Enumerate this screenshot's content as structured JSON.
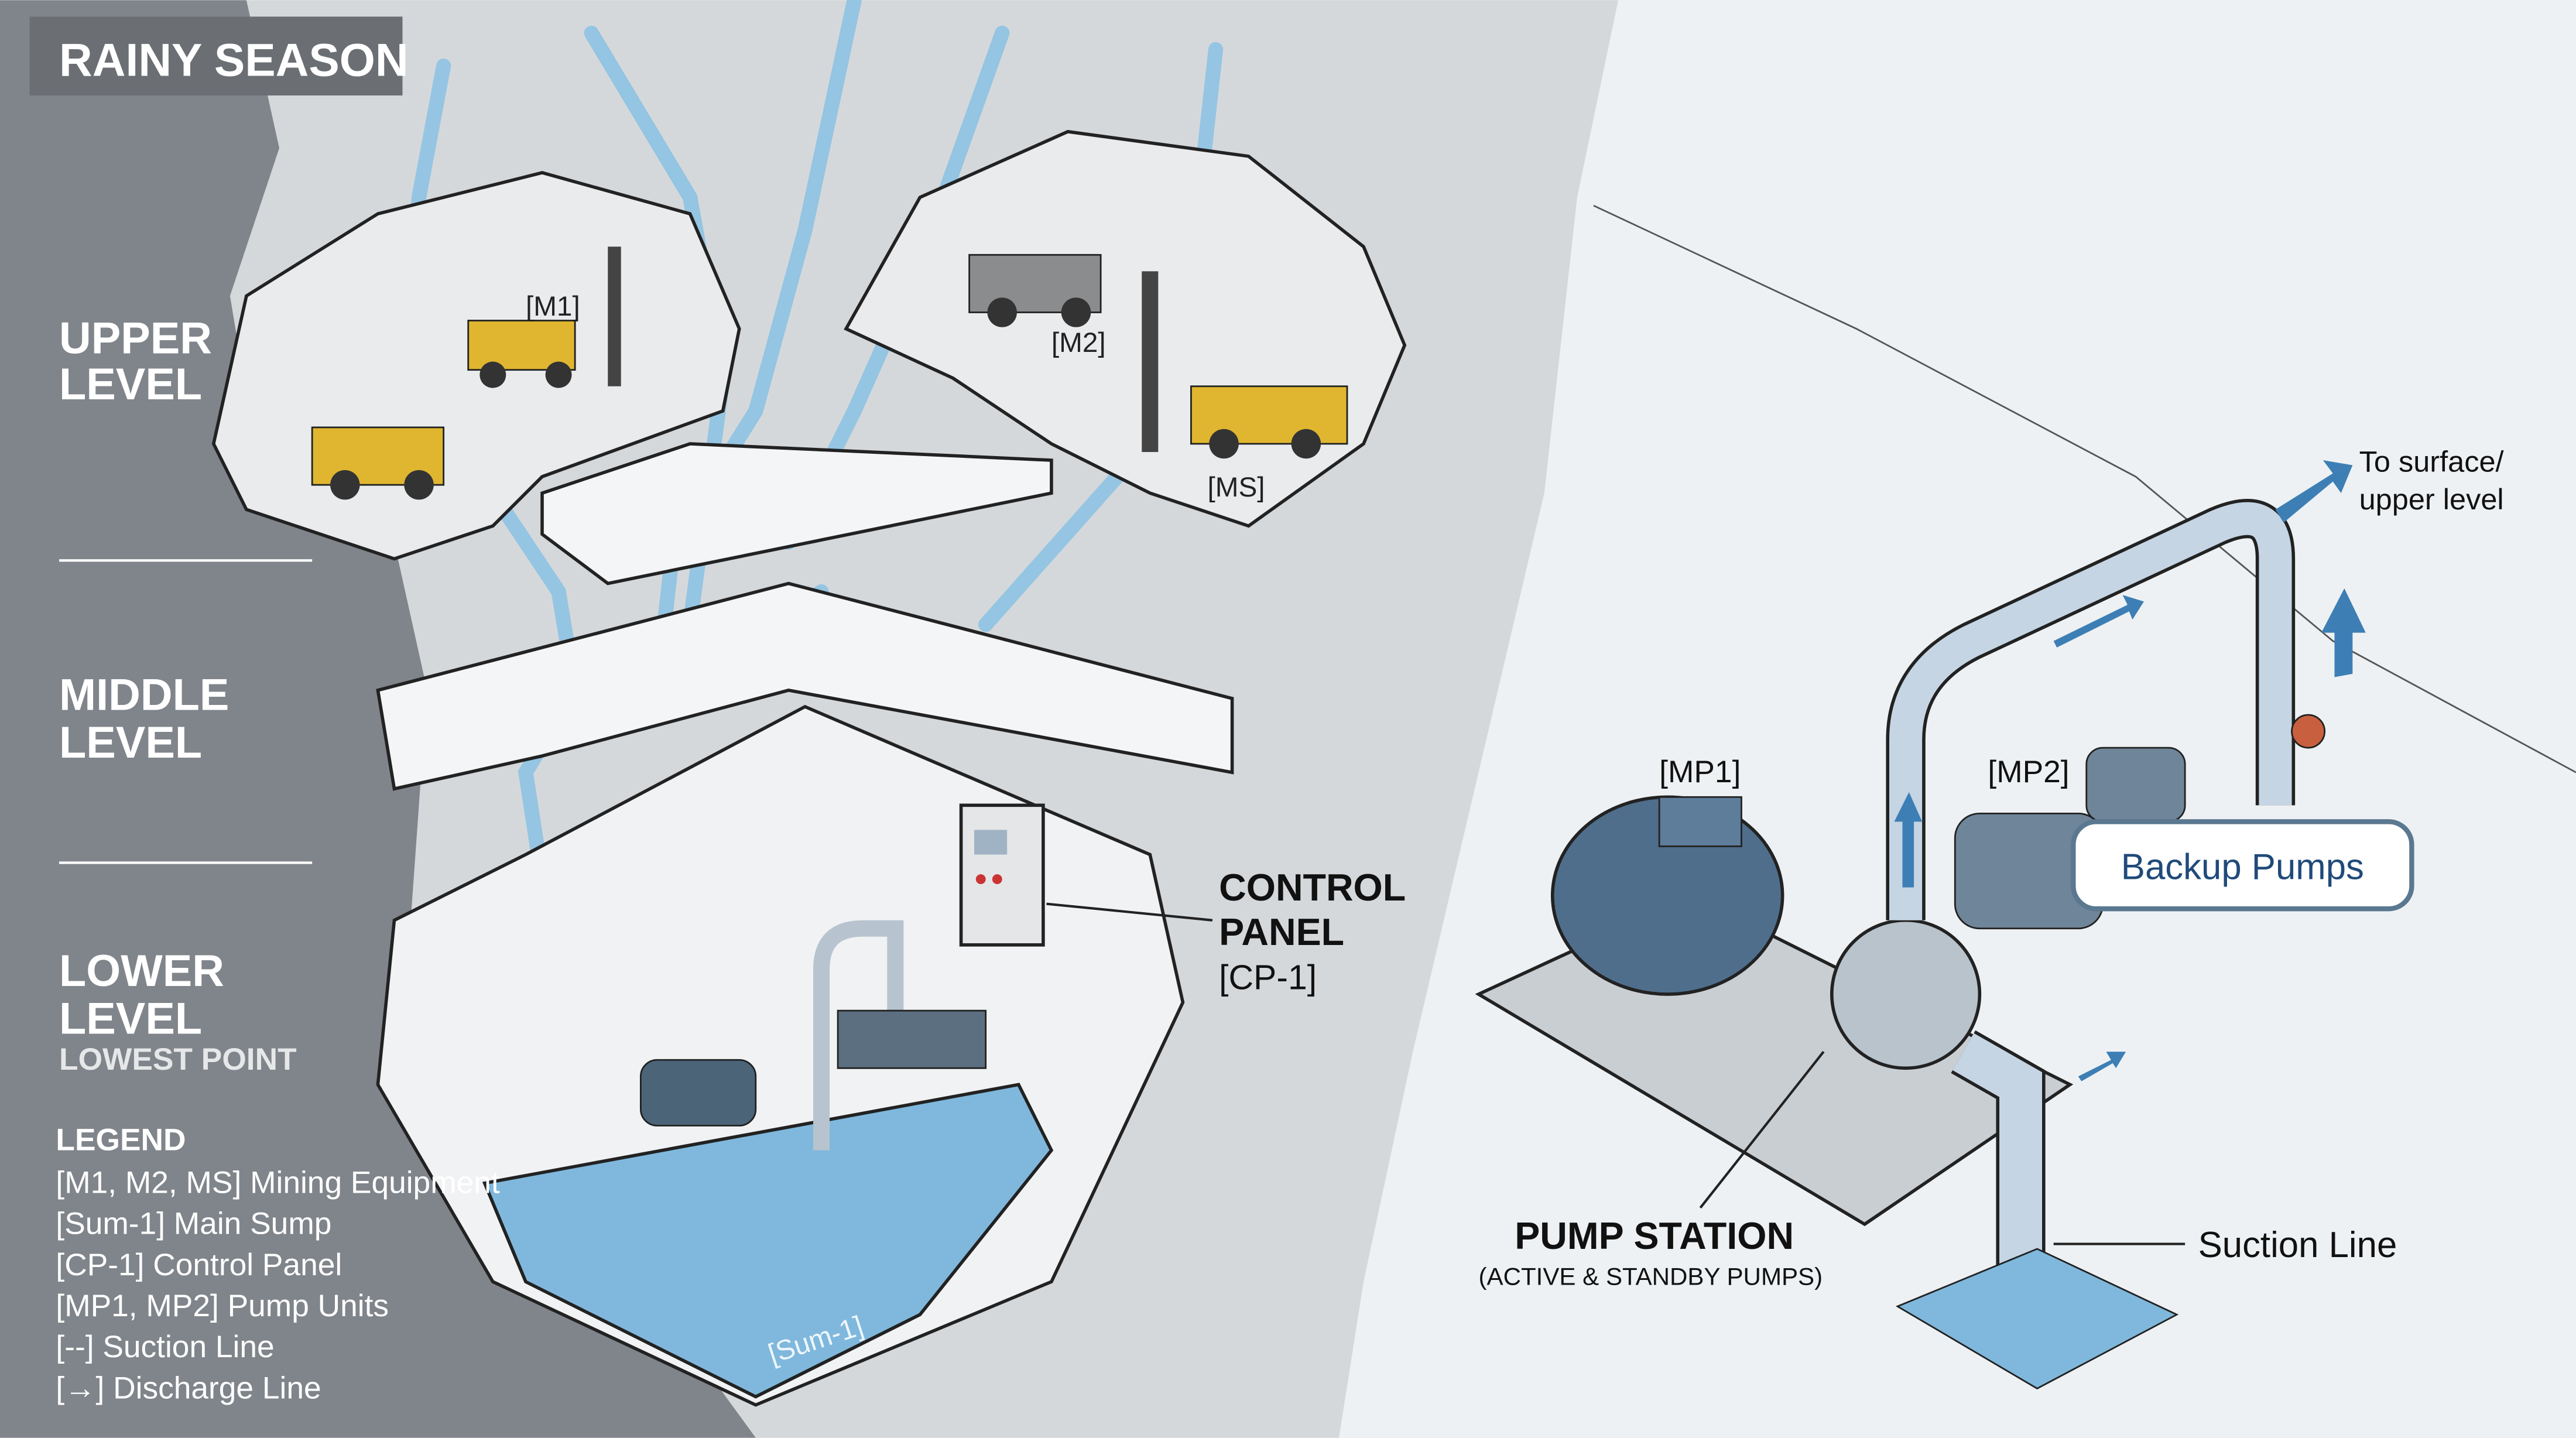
{
  "season_badge": "RAINY SEASON",
  "levels": {
    "upper": [
      "UPPER",
      "LEVEL"
    ],
    "middle": [
      "MIDDLE",
      "LEVEL"
    ],
    "lower": [
      "LOWER",
      "LEVEL"
    ],
    "lowest_point": "LOWEST POINT"
  },
  "legend": {
    "title": "LEGEND",
    "items": [
      "[M1, M2, MS] Mining Equipment",
      "[Sum-1] Main Sump",
      "[CP-1] Control Panel",
      "[MP1, MP2] Pump Units",
      "[--] Suction Line",
      "[→] Discharge Line"
    ]
  },
  "equipment_labels": {
    "m1": "[M1]",
    "m2": "[M2]",
    "ms": "[MS]",
    "sump": "[Sum-1]"
  },
  "control_panel": {
    "line1": "CONTROL",
    "line2": "PANEL",
    "tag": "[CP-1]"
  },
  "pump_station": {
    "mp1": "[MP1]",
    "mp2": "[MP2]",
    "backup_callout": "Backup Pumps",
    "title": "PUMP STATION",
    "subtitle": "(ACTIVE & STANDBY PUMPS)",
    "suction_line": "Suction Line",
    "discharge_target": [
      "To surface/",
      "upper level"
    ]
  },
  "colors": {
    "water": "#7fb8dc",
    "arrow": "#3d7fb5",
    "rock": "#d7dadd",
    "dark_band": "#80858b",
    "callout_text": "#1f4a7a"
  }
}
